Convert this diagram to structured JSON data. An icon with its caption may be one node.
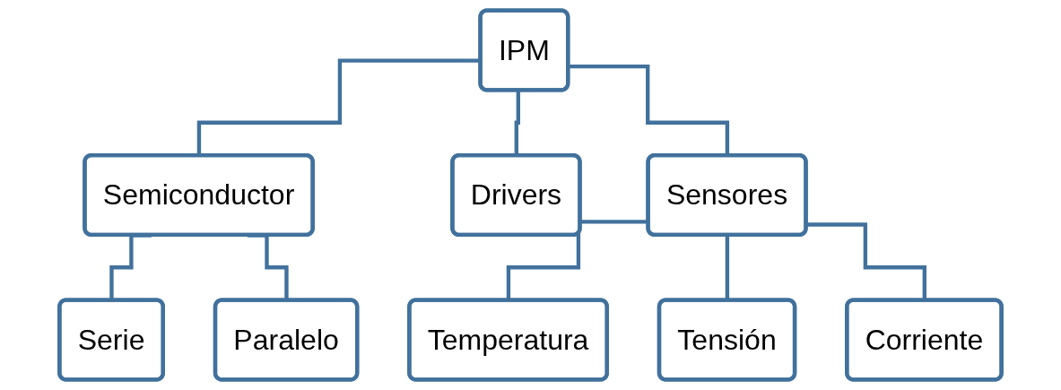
{
  "diagram": {
    "nodes": [
      {
        "text": [
          "IPM"
        ]
      },
      {
        "text": [
          "Semiconductor"
        ]
      },
      {
        "text": [
          "Drivers"
        ]
      },
      {
        "text": [
          "Sensores"
        ]
      },
      {
        "text": [
          "Serie"
        ]
      },
      {
        "text": [
          "Paralelo"
        ]
      },
      {
        "text": [
          "Temperatura"
        ]
      },
      {
        "text": [
          "Tensión"
        ]
      },
      {
        "text": [
          "Corriente"
        ]
      }
    ],
    "edges": [
      {
        "from": 0,
        "to": 1,
        "arrow": "none"
      },
      {
        "from": 0,
        "to": 2,
        "arrow": "none"
      },
      {
        "from": 0,
        "to": 3,
        "arrow": "none"
      },
      {
        "from": 1,
        "to": 4,
        "arrow": "none"
      },
      {
        "from": 1,
        "to": 5,
        "arrow": "none"
      },
      {
        "from": 3,
        "to": 6,
        "arrow": "none"
      },
      {
        "from": 3,
        "to": 7,
        "arrow": "none"
      },
      {
        "from": 3,
        "to": 8,
        "arrow": "none"
      }
    ]
  }
}
